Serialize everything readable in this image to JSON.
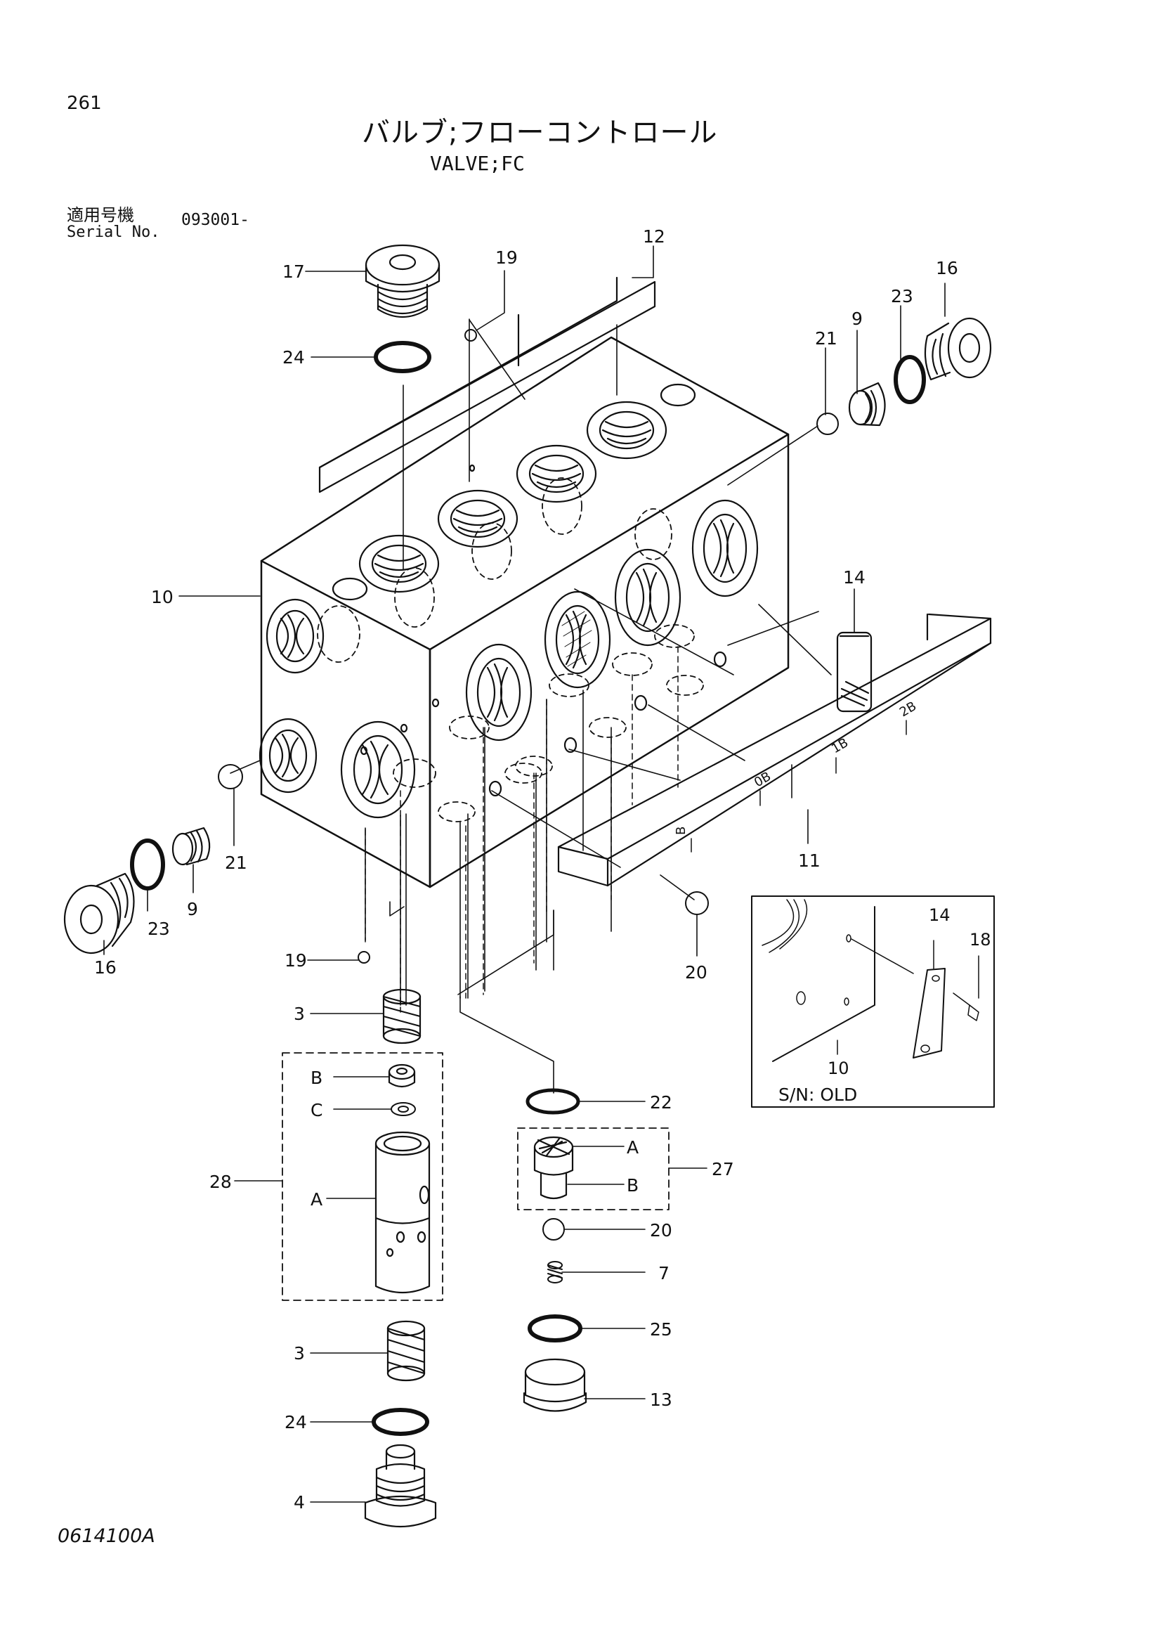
{
  "header": {
    "page_number": "261",
    "title_jp": "バルブ;フローコントロール",
    "title_en": "VALVE;FC",
    "serial_label_jp": "適用号機",
    "serial_label_en": "Serial No.",
    "serial_value": "093001-"
  },
  "footer": {
    "doc_id": "0614100A"
  },
  "callouts": {
    "c17": "17",
    "c24_top": "24",
    "c19_top": "19",
    "c12": "12",
    "c21_right": "21",
    "c9_right": "9",
    "c23_right": "23",
    "c16_right": "16",
    "c10": "10",
    "c14": "14",
    "c11": "11",
    "c16_left": "16",
    "c23_left": "23",
    "c9_left": "9",
    "c21_left": "21",
    "c19_bottom": "19",
    "c20_mid": "20",
    "c3_top": "3",
    "c28": "28",
    "c28_B": "B",
    "c28_C": "C",
    "c28_A": "A",
    "c3_bottom": "3",
    "c24_bottom": "24",
    "c4": "4",
    "c22": "22",
    "c27": "27",
    "c27_A": "A",
    "c27_B": "B",
    "c20_lower": "20",
    "c7": "7",
    "c25": "25",
    "c13": "13"
  },
  "plate_marks": {
    "m_B": "B",
    "m_0B": "0B",
    "m_1B": "1B",
    "m_2B": "2B"
  },
  "inset": {
    "c14": "14",
    "c18": "18",
    "c10": "10",
    "label": "S/N: OLD"
  }
}
